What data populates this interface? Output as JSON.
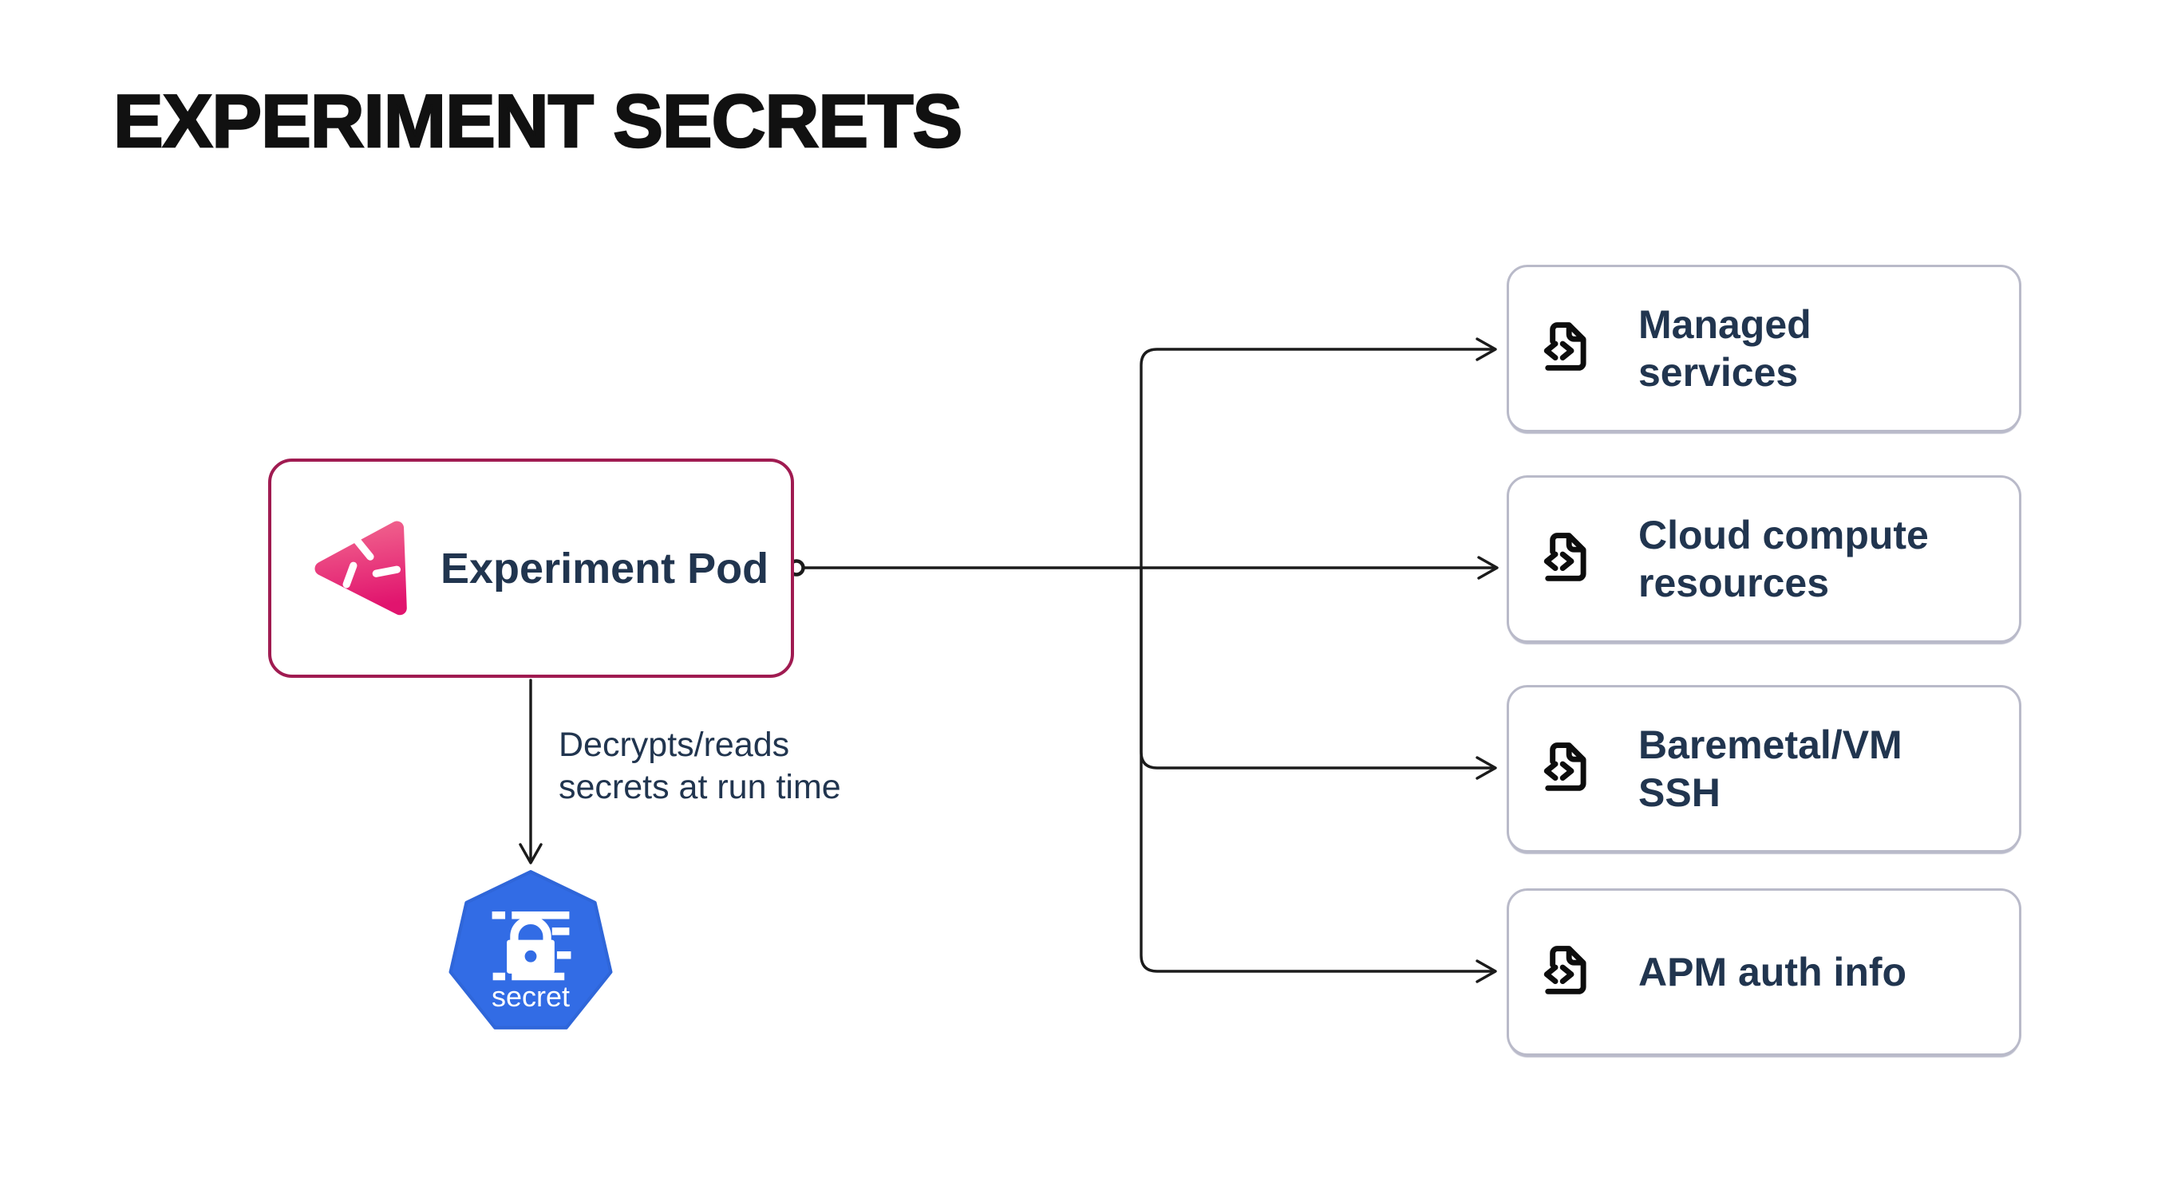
{
  "title": "EXPERIMENT SECRETS",
  "pod": {
    "label": "Experiment Pod",
    "icon": "litmus-chaos-icon"
  },
  "edge_label": "Decrypts/reads secrets at run time",
  "secret_node": {
    "label": "secret",
    "icon": "kubernetes-secret-icon"
  },
  "targets": [
    {
      "label": "Managed services",
      "icon": "file-code-icon"
    },
    {
      "label": "Cloud compute resources",
      "icon": "file-code-icon"
    },
    {
      "label": "Baremetal/VM SSH",
      "icon": "file-code-icon"
    },
    {
      "label": "APM auth info",
      "icon": "file-code-icon"
    }
  ],
  "colors": {
    "background": "#FFFFFF",
    "title_text": "#111111",
    "body_text": "#21354F",
    "pod_border": "#A01B51",
    "target_border": "#B9BAC9",
    "connector": "#1B1B1B",
    "kubernetes_blue": "#326CE5",
    "logo_pink_light": "#F0608C",
    "logo_pink_dark": "#E1146E"
  }
}
